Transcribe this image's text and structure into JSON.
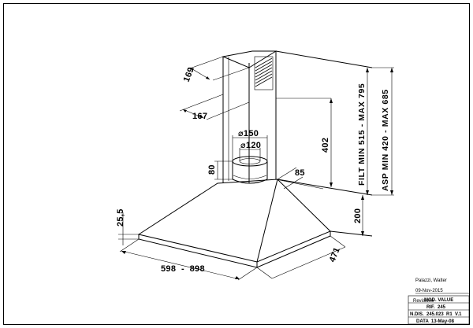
{
  "drawing": {
    "dimensions": {
      "chimney_depth": "169",
      "chimney_width": "167",
      "outlet_outer_diameter": "⌀150",
      "outlet_inner_diameter": "⌀120",
      "outlet_height": "80",
      "chimney_height": "402",
      "offset_85": "85",
      "wall_gap": "200",
      "canopy_edge": "25,5",
      "width_range": "598  -  898",
      "depth": "471",
      "filt_range": "FILT  MIN  515  -  MAX  795",
      "asp_range": "ASP  MIN  420  -  MAX  685"
    }
  },
  "title_block": {
    "author": "Palazzi, Walter",
    "date": "09-Nov-2015",
    "mod_value_label": "MOD. VALUE",
    "revision_label": "Revisione",
    "rif": "RIF.  245",
    "ndis": "N.DIS.  245.023  R1  V.1",
    "data": "DATA  13-May-08"
  }
}
